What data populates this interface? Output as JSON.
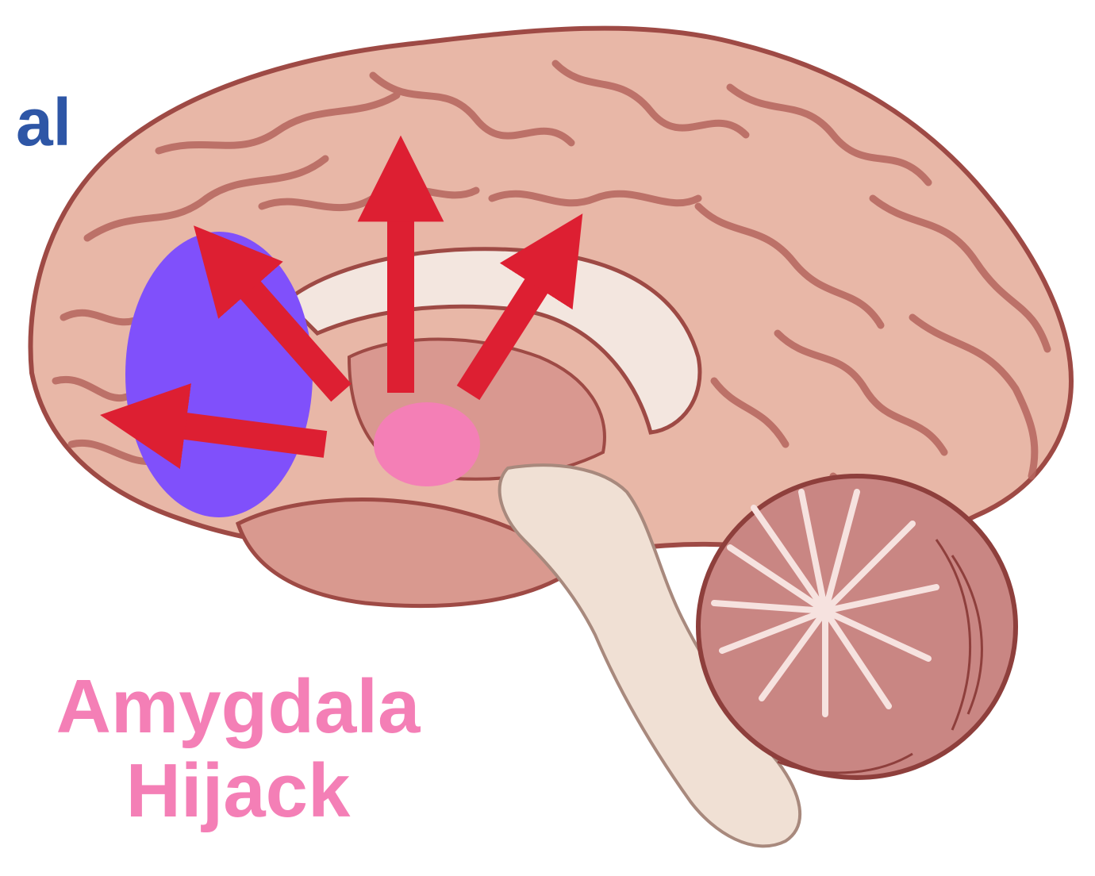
{
  "labels": {
    "top_left_fragment": "al",
    "caption_line1": "Amygdala",
    "caption_line2": "Hijack"
  },
  "colors": {
    "brain_fill": "#e8b7a7",
    "brain_outline": "#9e4a45",
    "cerebellum_fill": "#c98683",
    "prefrontal_region": "#8050fb",
    "amygdala": "#f47fb6",
    "arrows": "#dd1f32",
    "label_blue": "#2e56a6",
    "caption_pink": "#f47fb6"
  },
  "icons": {
    "brain": "sagittal-brain-illustration",
    "prefrontal": "purple-oval",
    "amygdala": "pink-dot",
    "arrows": "red-arrows"
  }
}
